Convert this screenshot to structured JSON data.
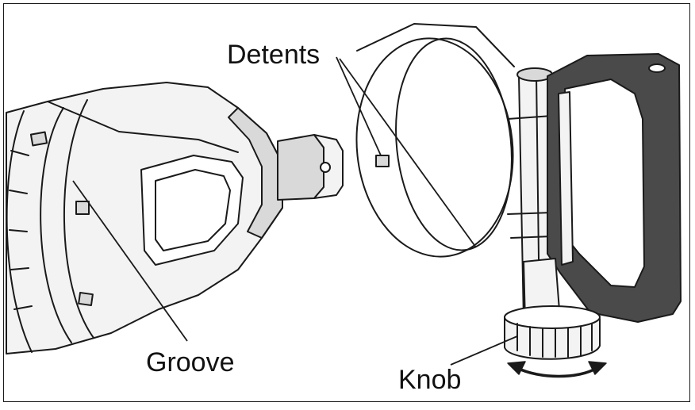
{
  "labels": {
    "detents": "Detents",
    "groove": "Groove",
    "knob": "Knob"
  },
  "colors": {
    "line": "#1a1a1a",
    "background": "#ffffff",
    "body_light": "#f3f3f3",
    "body_mid": "#d9d9d9",
    "body_dark": "#4a4a4a"
  },
  "icons": {
    "rotation": "curved-double-arrow-icon"
  }
}
